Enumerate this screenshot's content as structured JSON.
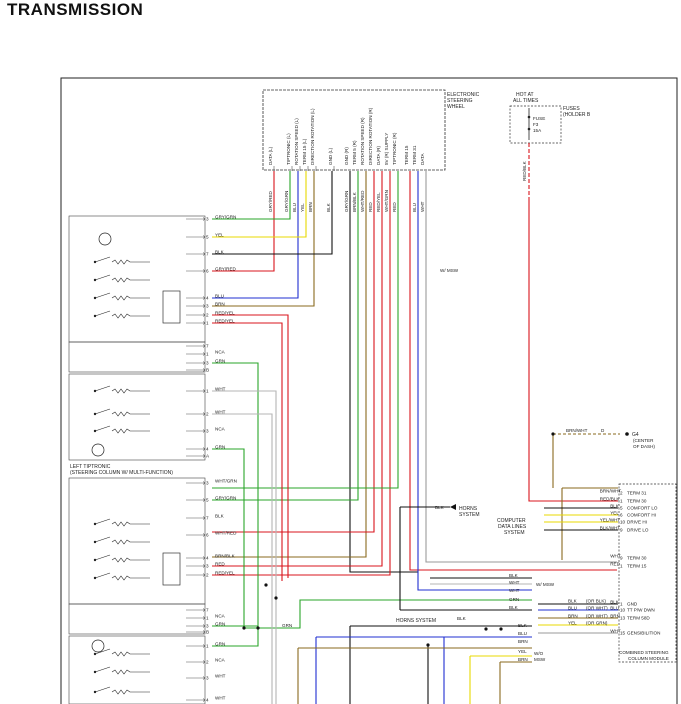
{
  "page": {
    "title": "TRANSMISSION"
  },
  "steering_wheel": {
    "name_lines": [
      "ELECTRONIC",
      "STEERING",
      "WHEEL"
    ],
    "pins_left": [
      "DATA (L)",
      "TIPTRONIC (L)",
      "ROTATION SPEED (L)",
      "TERM 15 (L)",
      "DIRECTION ROTATION (L)",
      "GND (L)"
    ],
    "pins_right": [
      "GND (R)",
      "TERM 5 (R)",
      "ROTATION SPEED (R)",
      "DIRECTION ROTATION (R)",
      "DATA (R)",
      "5V (R) SUPPLY",
      "TIPTRONIC (R)",
      "TERM 15",
      "TERM 31",
      "DATA"
    ],
    "wires": [
      "GRY/RED",
      "GRY/GRN",
      "BLU",
      "YEL",
      "BRN",
      "BLK",
      "GRY/GRN",
      "BRN/BLK",
      "WHT/RED",
      "RED",
      "RED/YEL",
      "WHT/GRN",
      "RED",
      "BLU",
      "WHT"
    ]
  },
  "fuse": {
    "hot_lines": [
      "HOT AT",
      "ALL TIMES"
    ],
    "label": [
      "FUSE",
      "F3",
      "15A"
    ],
    "holder_lines": [
      "FUSES",
      "(HOLDER B"
    ],
    "wire": "RED/BLK"
  },
  "left_column": {
    "label": [
      "LEFT TIPTRONIC",
      "(STEERING COLUMN W/ MULTI-FUNCTION)"
    ],
    "block1": [
      {
        "pin": "3",
        "wire": "GRY/GRN"
      },
      {
        "pin": "5",
        "wire": "YEL"
      },
      {
        "pin": "7",
        "wire": "BLK"
      },
      {
        "pin": "6",
        "wire": "GRY/RED"
      },
      {
        "pin": "4",
        "wire": "BLU"
      },
      {
        "pin": "3",
        "wire": "BRN"
      },
      {
        "pin": "2",
        "wire": "RED/YEL"
      },
      {
        "pin": "1",
        "wire": "RED/YEL"
      }
    ],
    "block2": [
      {
        "pin": "7",
        "wire": ""
      },
      {
        "pin": "1",
        "wire": "NCA"
      },
      {
        "pin": "3",
        "wire": "GRN"
      },
      {
        "pin": "B",
        "wire": ""
      },
      {
        "pin": "1",
        "wire": "WHT"
      },
      {
        "pin": "2",
        "wire": "WHT"
      },
      {
        "pin": "3",
        "wire": "NCA"
      },
      {
        "pin": "4",
        "wire": "GRN"
      },
      {
        "pin": "A",
        "wire": ""
      }
    ],
    "block3": [
      {
        "pin": "3",
        "wire": "WHT/GRN"
      },
      {
        "pin": "5",
        "wire": "GRY/GRN"
      },
      {
        "pin": "7",
        "wire": "BLK"
      },
      {
        "pin": "6",
        "wire": "WHT/RED"
      },
      {
        "pin": "4",
        "wire": "BRN/BLK"
      },
      {
        "pin": "3",
        "wire": "RED"
      },
      {
        "pin": "2",
        "wire": "RED/YEL"
      }
    ],
    "block4": [
      {
        "pin": "7",
        "wire": ""
      },
      {
        "pin": "1",
        "wire": "NCA"
      },
      {
        "pin": "3",
        "wire": "GRN"
      },
      {
        "pin": "B",
        "wire": ""
      },
      {
        "pin": "1",
        "wire": "GRN"
      },
      {
        "pin": "2",
        "wire": "NCA"
      },
      {
        "pin": "3",
        "wire": "WHT"
      },
      {
        "pin": "4",
        "wire": "WHT"
      }
    ]
  },
  "ground": {
    "wire": "BRN/WHT",
    "pin": "D",
    "name": [
      "G4",
      "(CENTER",
      "OF DASH)"
    ]
  },
  "module": {
    "name_lines": [
      "COMBINED STEERING",
      "COLUMN MODULE"
    ],
    "pins": [
      {
        "pin": "2",
        "wire": "BRN/WHT",
        "label": "TERM 31"
      },
      {
        "pin": "1",
        "wire": "RED/BLK",
        "label": "TERM 30"
      },
      {
        "pin": "5",
        "wire": "BLK",
        "label": "COMFORT LO"
      },
      {
        "pin": "6",
        "wire": "YEL",
        "label": "COMFORT HI"
      },
      {
        "pin": "10",
        "wire": "YEL/WHT",
        "label": "DRIVE HI"
      },
      {
        "pin": "9",
        "wire": "BLK/WHT",
        "label": "DRIVE LO"
      },
      {
        "pin": "9",
        "wire": "WHT",
        "label": "TERM 30"
      },
      {
        "pin": "1",
        "wire": "RED",
        "label": "TERM 15"
      },
      {
        "pin": "1",
        "wire": "BLK",
        "label": "GND"
      },
      {
        "pin": "10",
        "wire": "BLU",
        "label": "TT P/W DWN"
      },
      {
        "pin": "13",
        "wire": "BRN",
        "label": "TERM 58D"
      },
      {
        "pin": "15",
        "wire": "WHT",
        "label": "GENSIBILITION"
      }
    ],
    "alt_wires": [
      "(OR BLK)",
      "(OR WHT)",
      "(OR WHT)",
      "(OR GRN)"
    ],
    "alt_colors": [
      "BLK",
      "BLU",
      "BRN",
      "YEL"
    ]
  },
  "systems": {
    "horns": [
      "HORNS",
      "SYSTEM"
    ],
    "horns_inline": "HORNS SYSTEM",
    "computer": [
      "COMPUTER",
      "DATA LINES",
      "SYSTEM"
    ]
  },
  "bus_labels": {
    "w_msw_1": "W/ MSW",
    "w_msw_2": "W/ MSW",
    "wo_msw": [
      "W/O",
      "MSW"
    ],
    "bundle1": [
      "BLK",
      "WHT",
      "WHT",
      "GRN",
      "BLK"
    ],
    "bundle2": [
      "BLK",
      "BLU",
      "BRN",
      "YEL",
      "BRN"
    ],
    "grn": "GRN",
    "blk": "BLK"
  },
  "colors": {
    "red": "#d9141c",
    "green": "#2aa52a",
    "yellow": "#e8d900",
    "blue": "#1f2fd0",
    "brown": "#8a6a1e",
    "gray": "#9a9a9a",
    "black": "#111111"
  }
}
